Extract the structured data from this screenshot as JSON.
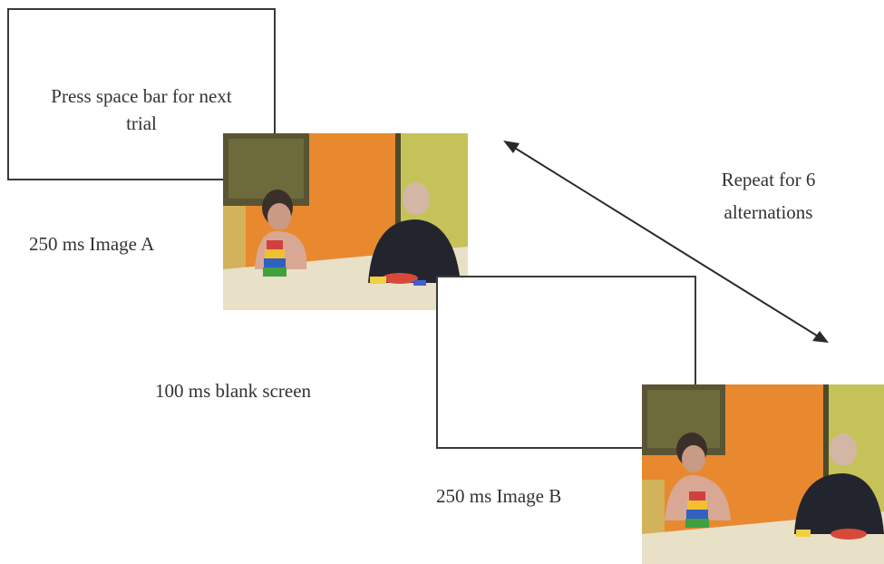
{
  "prompt_screen": {
    "line1": "Press space bar for next",
    "line2": "trial"
  },
  "image_a": {
    "duration_label": "250 ms Image A"
  },
  "blank_screen": {
    "duration_label": "100 ms blank screen"
  },
  "image_b": {
    "duration_label": "250 ms Image B"
  },
  "repeat": {
    "line1": "Repeat for 6",
    "line2": "alternations"
  },
  "colors": {
    "frame": "#3a3a3a",
    "text": "#333333",
    "arrow": "#2a2a2a",
    "wall": "#e8892f",
    "table": "#e9e0c8"
  }
}
